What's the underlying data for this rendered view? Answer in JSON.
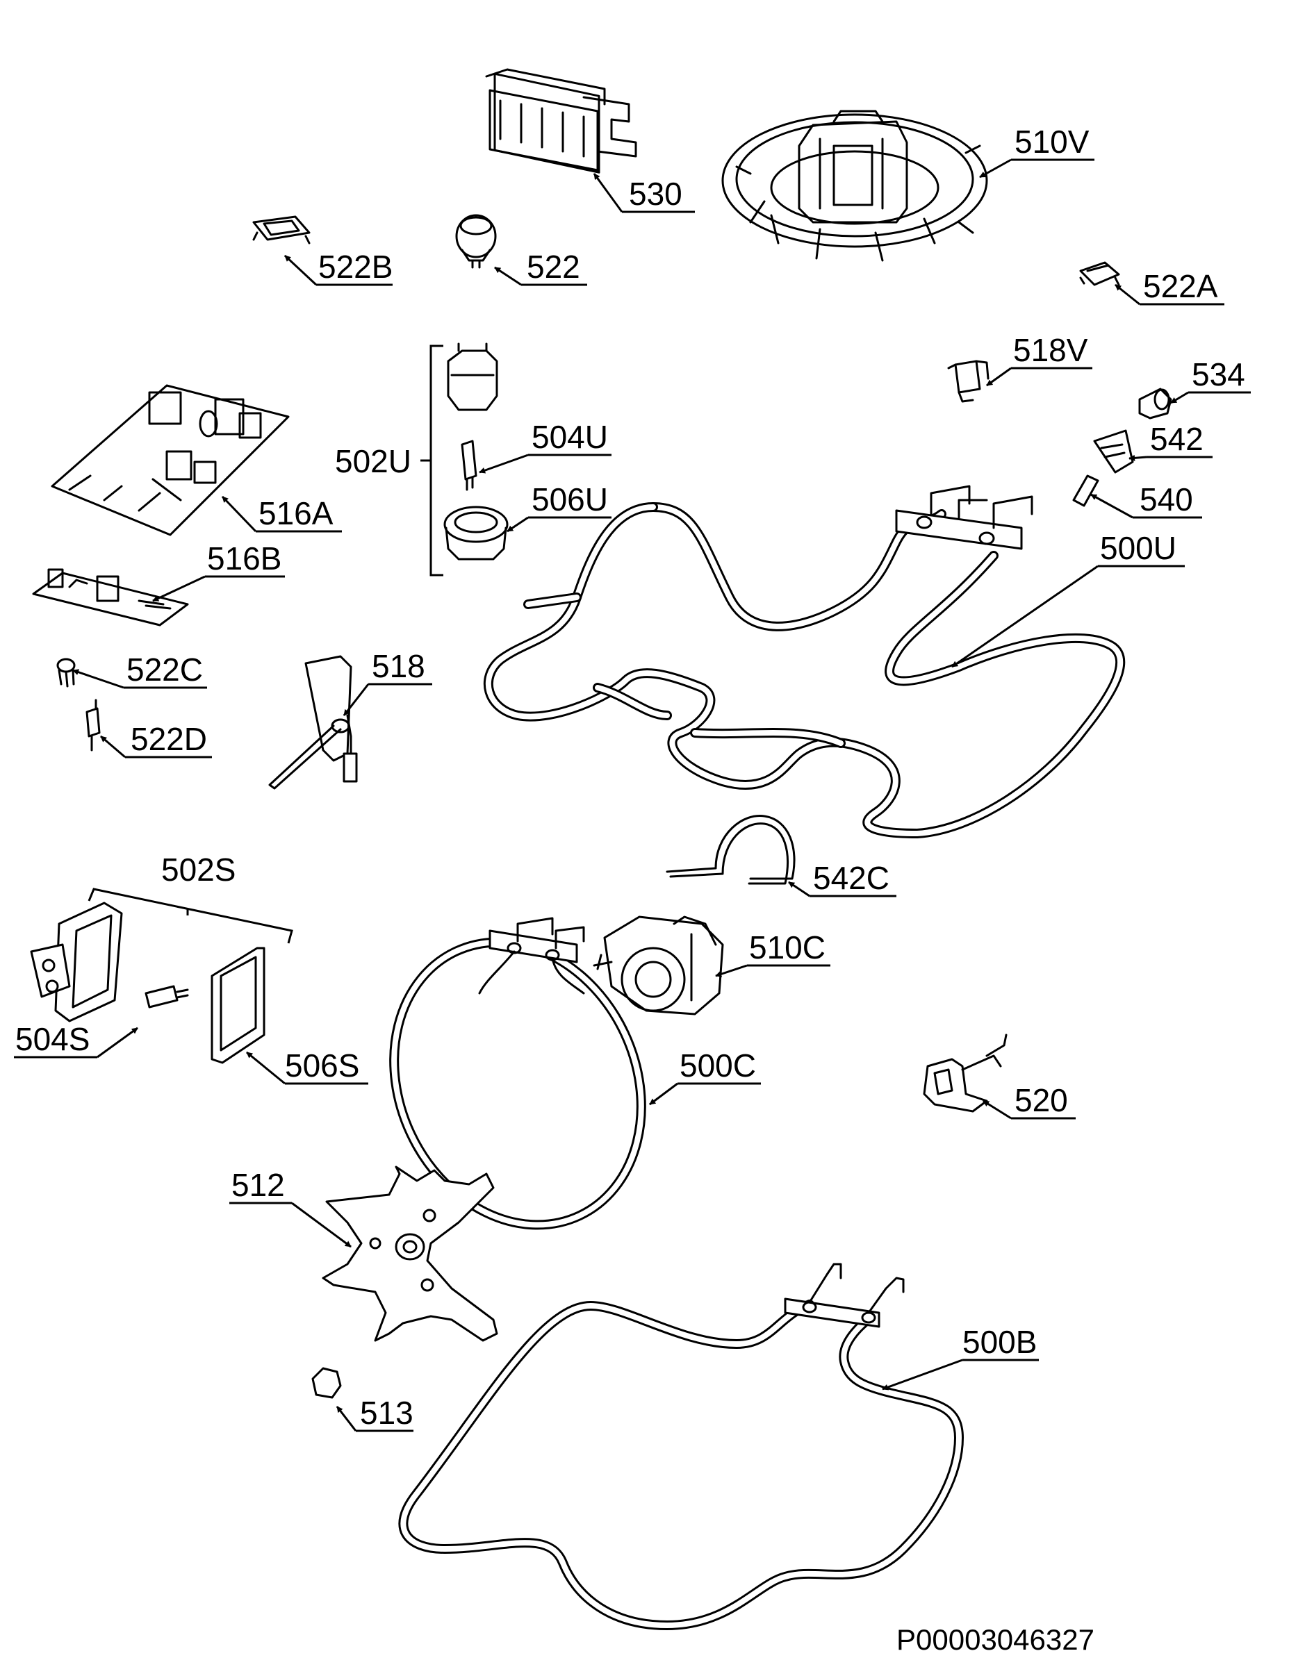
{
  "labels": {
    "p530": "530",
    "p510V": "510V",
    "p522B": "522B",
    "p522": "522",
    "p522A": "522A",
    "p518V": "518V",
    "p534": "534",
    "p542": "542",
    "p540": "540",
    "p502U": "502U",
    "p504U": "504U",
    "p506U": "506U",
    "p516A": "516A",
    "p516B": "516B",
    "p500U": "500U",
    "p522C": "522C",
    "p522D": "522D",
    "p518": "518",
    "p542C": "542C",
    "p502S": "502S",
    "p510C": "510C",
    "p504S": "504S",
    "p506S": "506S",
    "p500C": "500C",
    "p520": "520",
    "p512": "512",
    "p500B": "500B",
    "p513": "513"
  },
  "document_id": "P00003046327",
  "colors": {
    "line": "#000000",
    "background": "#ffffff"
  }
}
